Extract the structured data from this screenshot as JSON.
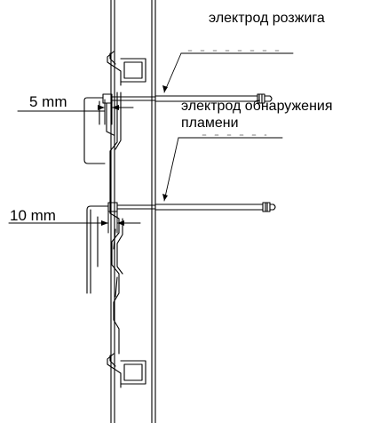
{
  "labels": {
    "ignition_electrode": "электрод розжига",
    "detection_electrode_line1": "электрод обнаружения",
    "detection_electrode_line2": "пламени",
    "gap_upper": "5 mm",
    "gap_lower": "10 mm"
  },
  "colors": {
    "line": "#000000",
    "background": "#ffffff"
  }
}
